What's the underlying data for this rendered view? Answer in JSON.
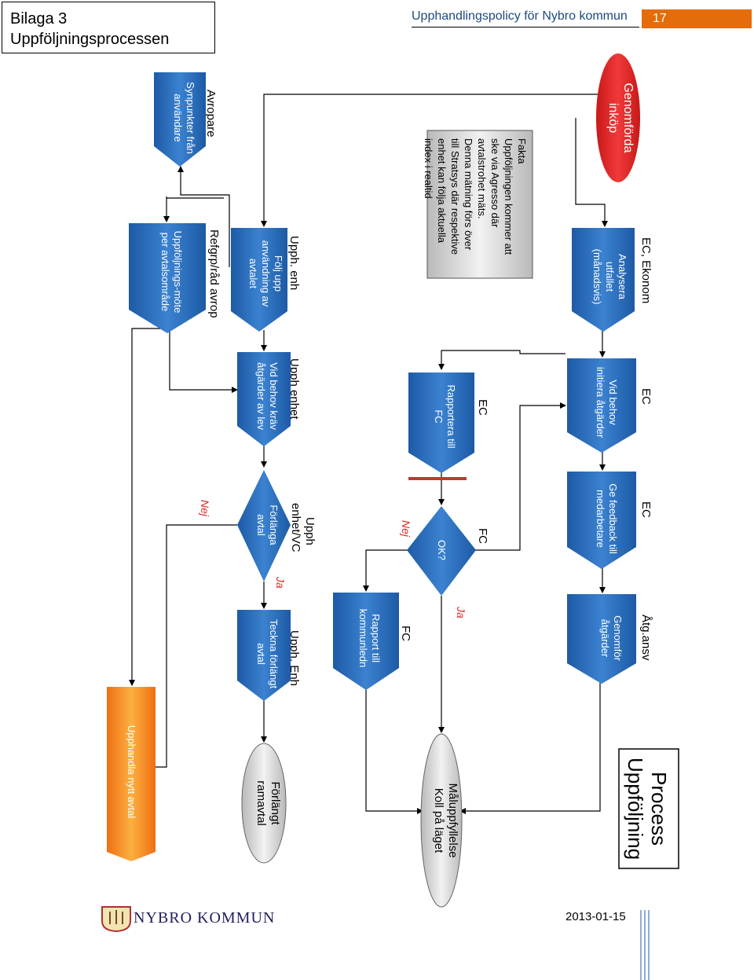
{
  "header": {
    "bilaga": "Bilaga 3",
    "subtitle": "Uppföljningsprocessen",
    "doc_title": "Upphandlingspolicy för Nybro kommun",
    "page_number": "17"
  },
  "diagram": {
    "process_title_1": "Process",
    "process_title_2": "Uppföljning",
    "start_line1": "Genomförda",
    "start_line2": "inköp",
    "fakta": [
      "Fakta",
      "Uppföljningen kommer att",
      "ske via Agresso där",
      "avtalstrohet mäts.",
      "Denna mätning förs över",
      "till Stratsys där respektive",
      "enhet kan följa aktuella",
      "index i realtid"
    ],
    "role_ec_ekonom": "EC, Ekonom",
    "analys": [
      "Analysera",
      "utfallet",
      "(månadsvis)"
    ],
    "role_ec_1": "EC",
    "vid_behov": [
      "Vid behov",
      "initiera åtgärder"
    ],
    "role_ec_2": "EC",
    "feedback": [
      "Ge feedback till",
      "medarbetare"
    ],
    "role_atg": "Åtg.ansv",
    "genomfor": [
      "Genomför",
      "åtgärder"
    ],
    "role_ec_3": "EC",
    "rapportera": [
      "Rapportera till",
      "FC"
    ],
    "role_fc_1": "FC",
    "ok": "OK?",
    "nej_1": "Nej",
    "ja_1": "Ja",
    "role_fc_2": "FC",
    "rapport_kl": [
      "Rapport till",
      "kommunledn"
    ],
    "malupp": [
      "Måluppfyllelse",
      "Koll på läget"
    ],
    "role_avropare": "Avropare",
    "synpunkter": [
      "Synpunkter från",
      "användare"
    ],
    "role_upph_enh": "Upph. enh",
    "folj": [
      "Följ upp",
      "användning av",
      "avtalet"
    ],
    "role_refgrp": "Refgrp/råd avrop",
    "uppfoljmote": [
      "Uppföljnings-möte",
      "per avtalsområde"
    ],
    "role_upph_enhet": "Upph enhet",
    "vid_behov_krav": [
      "Vid behov kräv",
      "åtgärder av lev"
    ],
    "role_upph_vc": [
      "Upph",
      "enhet/VC"
    ],
    "forlanga": [
      "Förlänga",
      "avtal"
    ],
    "nej_2": "Nej",
    "ja_2": "Ja",
    "role_upph_enh2": "Upph. Enh",
    "teckna": [
      "Teckna förlängt",
      "avtal"
    ],
    "forlangt": [
      "Förlängt",
      "ramavtal"
    ],
    "upphandla": "Upphandla nytt avtal"
  },
  "footer": {
    "logo_text": "NYBRO KOMMUN",
    "date": "2013-01-15"
  },
  "colors": {
    "blue": "#2e6fbd",
    "red": "#e02424",
    "orange": "#f5921e",
    "gray_box": "#d9d9d9",
    "accent": "#e46c0a"
  }
}
